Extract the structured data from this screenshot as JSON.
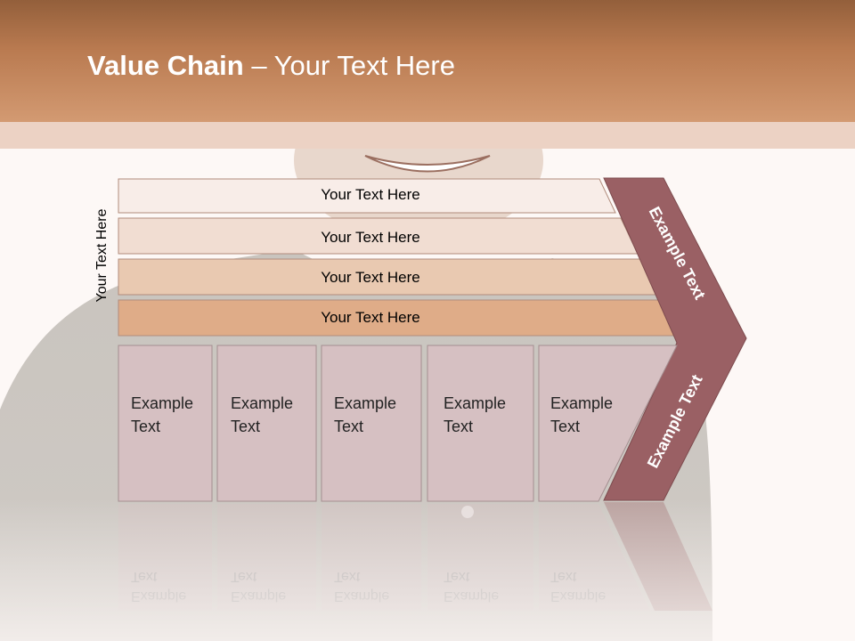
{
  "title": {
    "bold": "Value Chain",
    "rest": " – Your Text Here"
  },
  "side_label": "Your Text Here",
  "bands": [
    {
      "label": "Your Text Here",
      "color": "#f8ede8"
    },
    {
      "label": "Your Text Here",
      "color": "#f1ddd2"
    },
    {
      "label": "Your Text Here",
      "color": "#e9c9b1"
    },
    {
      "label": "Your Text Here",
      "color": "#dfac88"
    }
  ],
  "cells": [
    {
      "line1": "Example",
      "line2": "Text"
    },
    {
      "line1": "Example",
      "line2": "Text"
    },
    {
      "line1": "Example",
      "line2": "Text"
    },
    {
      "line1": "Example",
      "line2": "Text"
    },
    {
      "line1": "Example",
      "line2": "Text"
    }
  ],
  "chevron": {
    "top_text": "Example Text",
    "bottom_text": "Example Text",
    "color": "#9a6064"
  },
  "colors": {
    "header": "#c98a60",
    "cell": "#d6c0c2"
  }
}
